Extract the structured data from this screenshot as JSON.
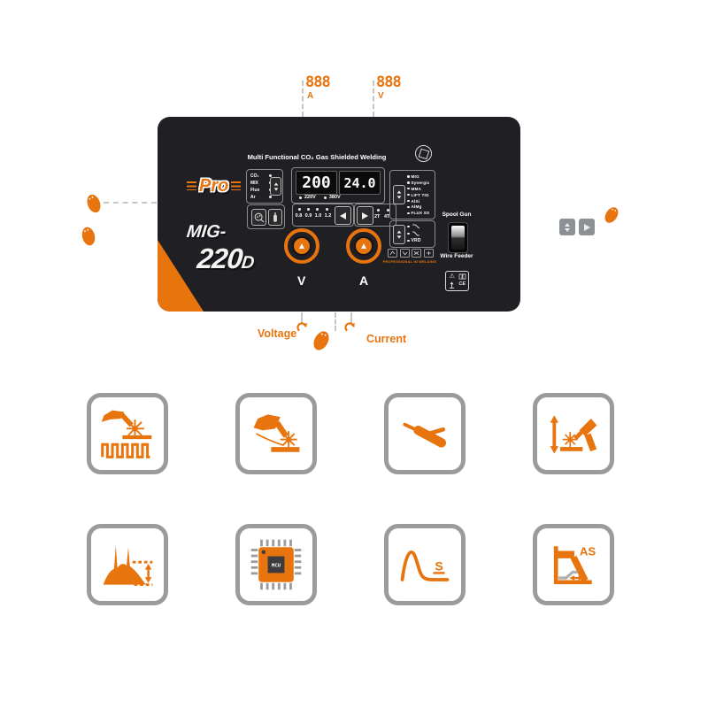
{
  "colors": {
    "accent": "#E8740E",
    "panel_bg": "#202024",
    "tile_border": "#9B9B9B",
    "dash": "#C6C6C6"
  },
  "callouts": {
    "amp": {
      "value": "888",
      "unit": "A"
    },
    "volt": {
      "value": "888",
      "unit": "V"
    }
  },
  "icons": {
    "warning": "⚠"
  },
  "panel": {
    "title": "Multi Functional CO₂ Gas Shielded Welding",
    "brand": "Pro",
    "model": {
      "line1": "MIG-",
      "line2": "220",
      "suffix": "D"
    },
    "gas_selector": {
      "options": [
        "CO₂",
        "MIX",
        "Flux",
        "Ar"
      ]
    },
    "displays": {
      "current": "200",
      "voltage": "24.0",
      "input_leds": [
        "220V",
        "380V"
      ]
    },
    "wire_selector": {
      "options": [
        "0.8",
        "0.9",
        "1.0",
        "1.2"
      ]
    },
    "trigger_modes": [
      "2T",
      "4T"
    ],
    "mode_selector": {
      "options": [
        "MIG",
        "Synergic",
        "MMA",
        "LIFT TIG",
        "AlSi",
        "AlMg",
        "FLUX SS"
      ]
    },
    "param_selector": {
      "vrd_label": "VRD"
    },
    "slogan": "PROFESSIONAL IN WELDING",
    "spool_gun_label": "Spool Gun",
    "wire_feeder_label": "Wire Feeder",
    "certification": "CE",
    "knob_left_label": "V",
    "knob_right_label": "A"
  },
  "annotations": {
    "voltage": "Voltage",
    "current": "Current"
  },
  "features": [
    {
      "name": "pulse-mig-welding"
    },
    {
      "name": "co2-mig-welding"
    },
    {
      "name": "mma-welding"
    },
    {
      "name": "lift-tig-welding"
    },
    {
      "name": "current-waveform-control"
    },
    {
      "name": "mcu-control",
      "label": "MCU"
    },
    {
      "name": "slope-control",
      "label": "S"
    },
    {
      "name": "anti-stick",
      "label": "AS"
    }
  ]
}
